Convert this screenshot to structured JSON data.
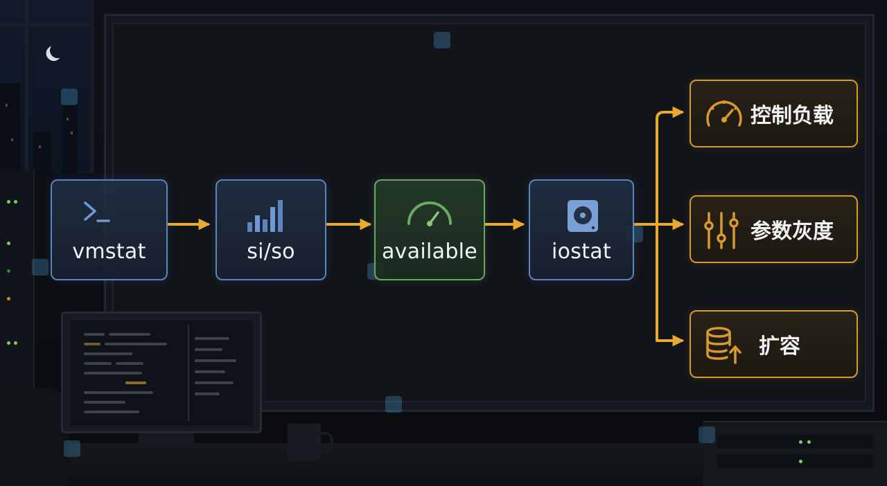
{
  "diagram": {
    "steps": [
      {
        "id": "vmstat",
        "label": "vmstat",
        "icon": "terminal-prompt-icon",
        "color": "#5c84bf"
      },
      {
        "id": "siso",
        "label": "si/so",
        "icon": "bar-chart-icon",
        "color": "#5c84bf"
      },
      {
        "id": "available",
        "label": "available",
        "icon": "gauge-icon",
        "color": "#6aa863"
      },
      {
        "id": "iostat",
        "label": "iostat",
        "icon": "hard-disk-icon",
        "color": "#5c84bf"
      }
    ],
    "outcomes": [
      {
        "id": "control-load",
        "label": "控制负载",
        "icon": "speedometer-icon"
      },
      {
        "id": "param-gray",
        "label": "参数灰度",
        "icon": "sliders-icon"
      },
      {
        "id": "scale-out",
        "label": "扩容",
        "icon": "database-up-icon"
      }
    ],
    "colors": {
      "step_border": "#5c84bf",
      "available_border": "#6aa863",
      "outcome_border": "#d99a2b",
      "arrow": "#e8ab2c",
      "text": "#f1f4f8"
    }
  }
}
